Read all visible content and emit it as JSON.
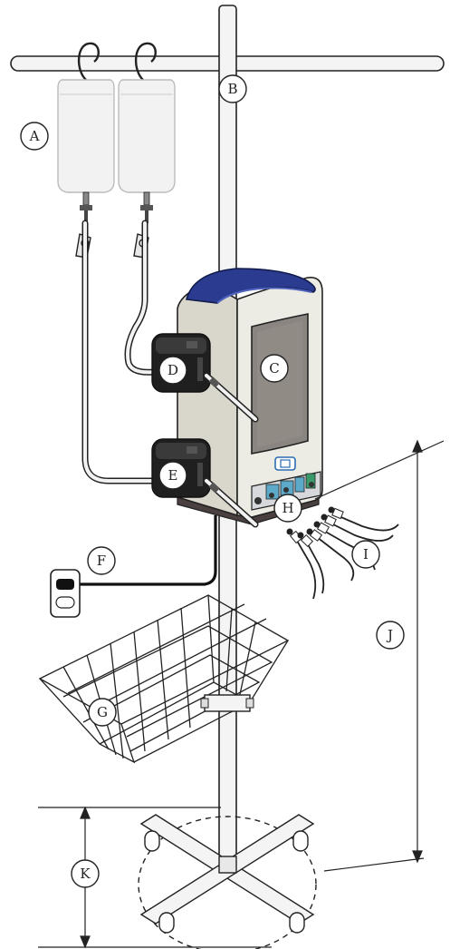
{
  "callouts": {
    "a": "A",
    "b": "B",
    "c": "C",
    "d": "D",
    "e": "E",
    "f": "F",
    "g": "G",
    "h": "H",
    "i": "I",
    "j": "J",
    "k": "K"
  },
  "colors": {
    "outline": "#222222",
    "pole": "#f4f4f4",
    "bag": "#f2f2f2",
    "console_body": "#ecebe4",
    "handle": "#2b3b8f",
    "screen": "#8a8580",
    "pump_head": "#1f1f1f",
    "tubing": "#eeeeee",
    "panel_accent": "#5da9c9",
    "panel_green": "#3a9a6a"
  },
  "icons": {
    "outlet": "wall-outlet-icon",
    "power_plug": "power-plug-icon"
  }
}
